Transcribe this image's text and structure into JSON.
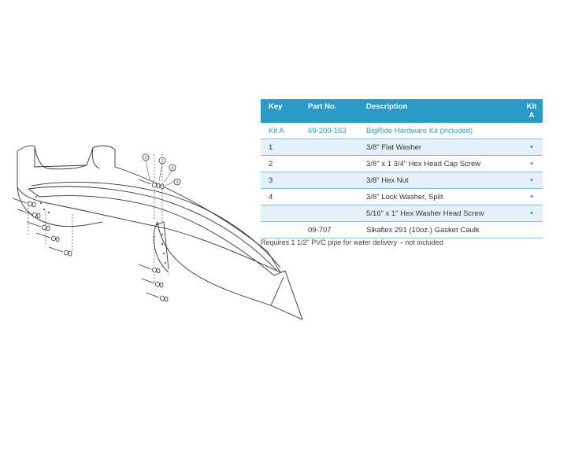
{
  "table": {
    "headers": {
      "key": "Key",
      "part_no": "Part No.",
      "description": "Description",
      "kit_line1": "Kit",
      "kit_line2": "A"
    },
    "rows": [
      {
        "key": "Kit A",
        "part_no": "69-209-163",
        "description": "BigRide Hardware Kit (included)",
        "kit": ""
      },
      {
        "key": "1",
        "part_no": "",
        "description": "3/8\" Flat Washer",
        "kit": "•"
      },
      {
        "key": "2",
        "part_no": "",
        "description": "3/8\" x 1 3/4\" Hex Head Cap Screw",
        "kit": "•"
      },
      {
        "key": "3",
        "part_no": "",
        "description": "3/8\" Hex Nut",
        "kit": "•"
      },
      {
        "key": "4",
        "part_no": "",
        "description": "3/8\" Lock Washer, Split",
        "kit": "•"
      },
      {
        "key": "",
        "part_no": "",
        "description": "5/16\" x 1\" Hex Washer Head Screw",
        "kit": "•"
      },
      {
        "key": "",
        "part_no": "09-707",
        "description": "Sikaflex 291 (10oz.) Gasket Caulk",
        "kit": ""
      }
    ]
  },
  "note": "Requires 1 1/2\" PVC pipe for water delivery – not included",
  "diagram": {
    "callouts": [
      "1",
      "2",
      "3",
      "4"
    ]
  },
  "colors": {
    "accent": "#2a9bc6",
    "row_alt": "#e3f1f8",
    "line": "#333333"
  }
}
